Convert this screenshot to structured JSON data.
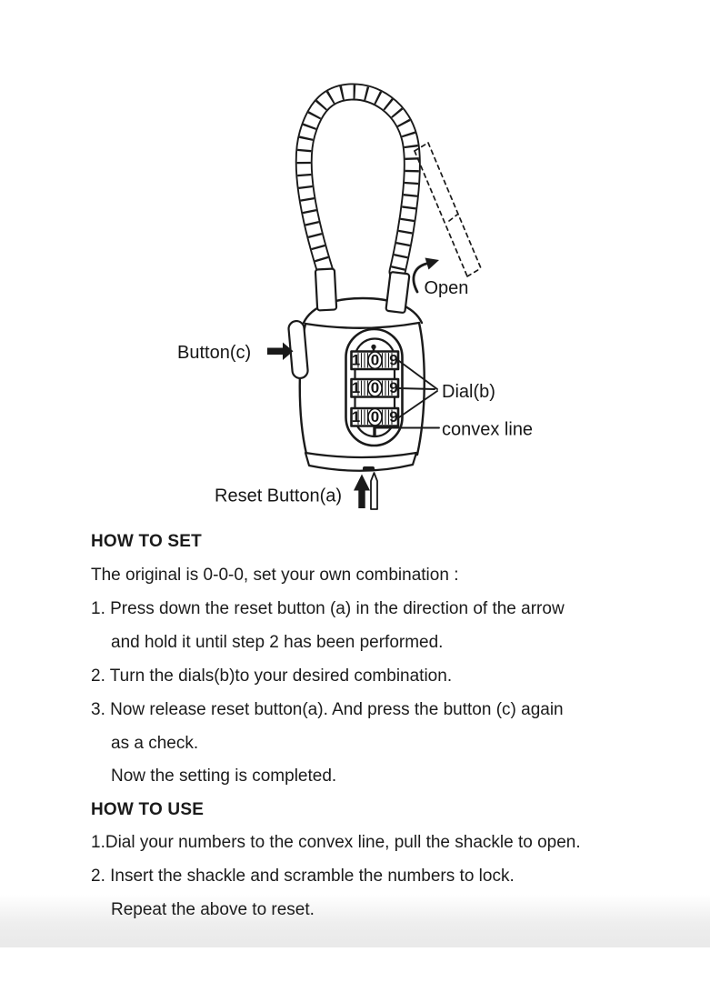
{
  "diagram": {
    "labels": {
      "open": "Open",
      "button_c": "Button(c)",
      "dial_b": "Dial(b)",
      "convex_line": "convex line",
      "reset_button_a": "Reset Button(a)"
    },
    "dials": [
      {
        "digits": [
          "1",
          "0",
          "9"
        ]
      },
      {
        "digits": [
          "1",
          "0",
          "9"
        ]
      },
      {
        "digits": [
          "1",
          "0",
          "9"
        ]
      }
    ]
  },
  "instructions": {
    "how_to_set": {
      "heading": "HOW TO SET",
      "intro": "The original is 0-0-0, set your own combination :",
      "steps": [
        "1. Press down the reset button (a) in the direction of the arrow",
        "and hold it until step 2 has been performed.",
        "2. Turn the dials(b)to your desired combination.",
        "3. Now release reset button(a). And press the button (c) again",
        "as a check.",
        "Now the setting is completed."
      ]
    },
    "how_to_use": {
      "heading": "HOW TO USE",
      "steps": [
        "1.Dial your numbers to the convex line, pull the shackle to open.",
        "2. Insert the shackle and scramble the numbers to lock.",
        "Repeat the above to reset."
      ]
    }
  }
}
